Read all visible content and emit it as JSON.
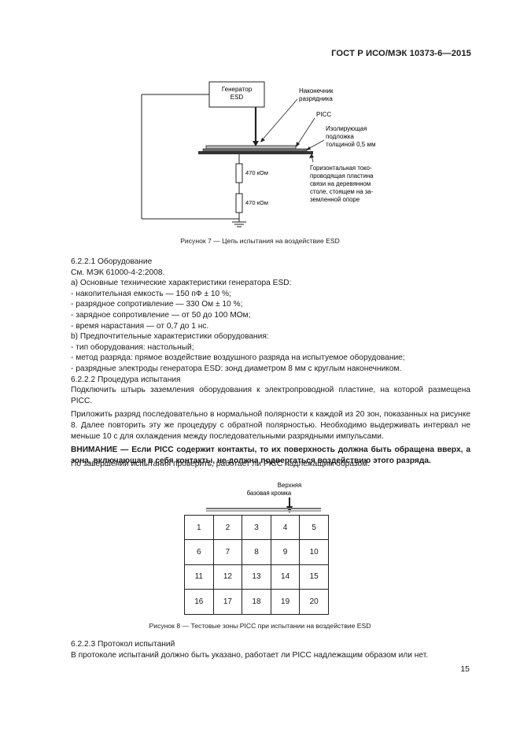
{
  "header": {
    "doc_id": "ГОСТ Р ИСО/МЭК 10373-6—2015"
  },
  "figure7": {
    "generator_label_1": "Генератор",
    "generator_label_2": "ESD",
    "tip_label_1": "Наконечник",
    "tip_label_2": "разрядника",
    "picc_label": "PICC",
    "pad_label_1": "Изолирующая",
    "pad_label_2": "подложка",
    "pad_label_3": "толщиной 0,5 мм",
    "plate_label_1": "Горизонтальная токо-",
    "plate_label_2": "проводящая пластина",
    "plate_label_3": "связи на деревянном",
    "plate_label_4": "столе, стоящем на за-",
    "plate_label_5": "земленной опоре",
    "resistor1": "470 кОм",
    "resistor2": "470 кОм",
    "caption": "Рисунок 7 — Цепь испытания на воздействие ESD"
  },
  "section_6221": {
    "title": "6.2.2.1 Оборудование",
    "ref": "См. МЭК 61000-4-2:2008.",
    "a_title": "а) Основные технические характеристики генератора ESD:",
    "a_items": [
      "- накопительная емкость — 150 пФ ± 10 %;",
      "- разрядное сопротивление — 330 Ом ± 10 %;",
      "- зарядное сопротивление — от 50 до 100 МОм;",
      "- время нарастания — от 0,7 до 1 нс."
    ],
    "b_title": "b) Предпочтительные характеристики оборудования:",
    "b_items": [
      "- тип оборудования: настольный;",
      "- метод разряда: прямое воздействие воздушного разряда на испытуемое оборудование;",
      "- разрядные электроды генератора ESD: зонд диаметром 8 мм с круглым наконечником."
    ]
  },
  "section_6222": {
    "title": "6.2.2.2 Процедура испытания",
    "para1": "Подключить штырь заземления оборудования к электропроводной пластине, на которой размещена PICC.",
    "para2": "Приложить разряд последовательно в нормальной полярности к каждой из 20 зон, показанных на рисунке 8. Далее повторить эту же процедуру с обратной полярностью. Необходимо выдерживать интервал не меньше 10 с для охлаждения между последовательными разрядными импульсами.",
    "warning": "ВНИМАНИЕ — Если PICC содержит контакты, то их поверхность должна быть обращена вверх, а зона, включающая в себя контакты, не должна подвергаться воздействию этого разряда.",
    "after": "По завершении испытания проверить, работает ли PICC надлежащим образом."
  },
  "figure8": {
    "edge_label_1": "Верхняя",
    "edge_label_2": "базовая кромка",
    "zones": [
      [
        "1",
        "2",
        "3",
        "4",
        "5"
      ],
      [
        "6",
        "7",
        "8",
        "9",
        "10"
      ],
      [
        "11",
        "12",
        "13",
        "14",
        "15"
      ],
      [
        "16",
        "17",
        "18",
        "19",
        "20"
      ]
    ],
    "caption": "Рисунок 8 — Тестовые зоны PICC при испытании на воздействие ESD"
  },
  "section_6223": {
    "title": "6.2.2.3 Протокол испытаний",
    "text": "В протоколе испытаний должно быть указано, работает ли PICC надлежащим образом или нет."
  },
  "page_number": "15"
}
